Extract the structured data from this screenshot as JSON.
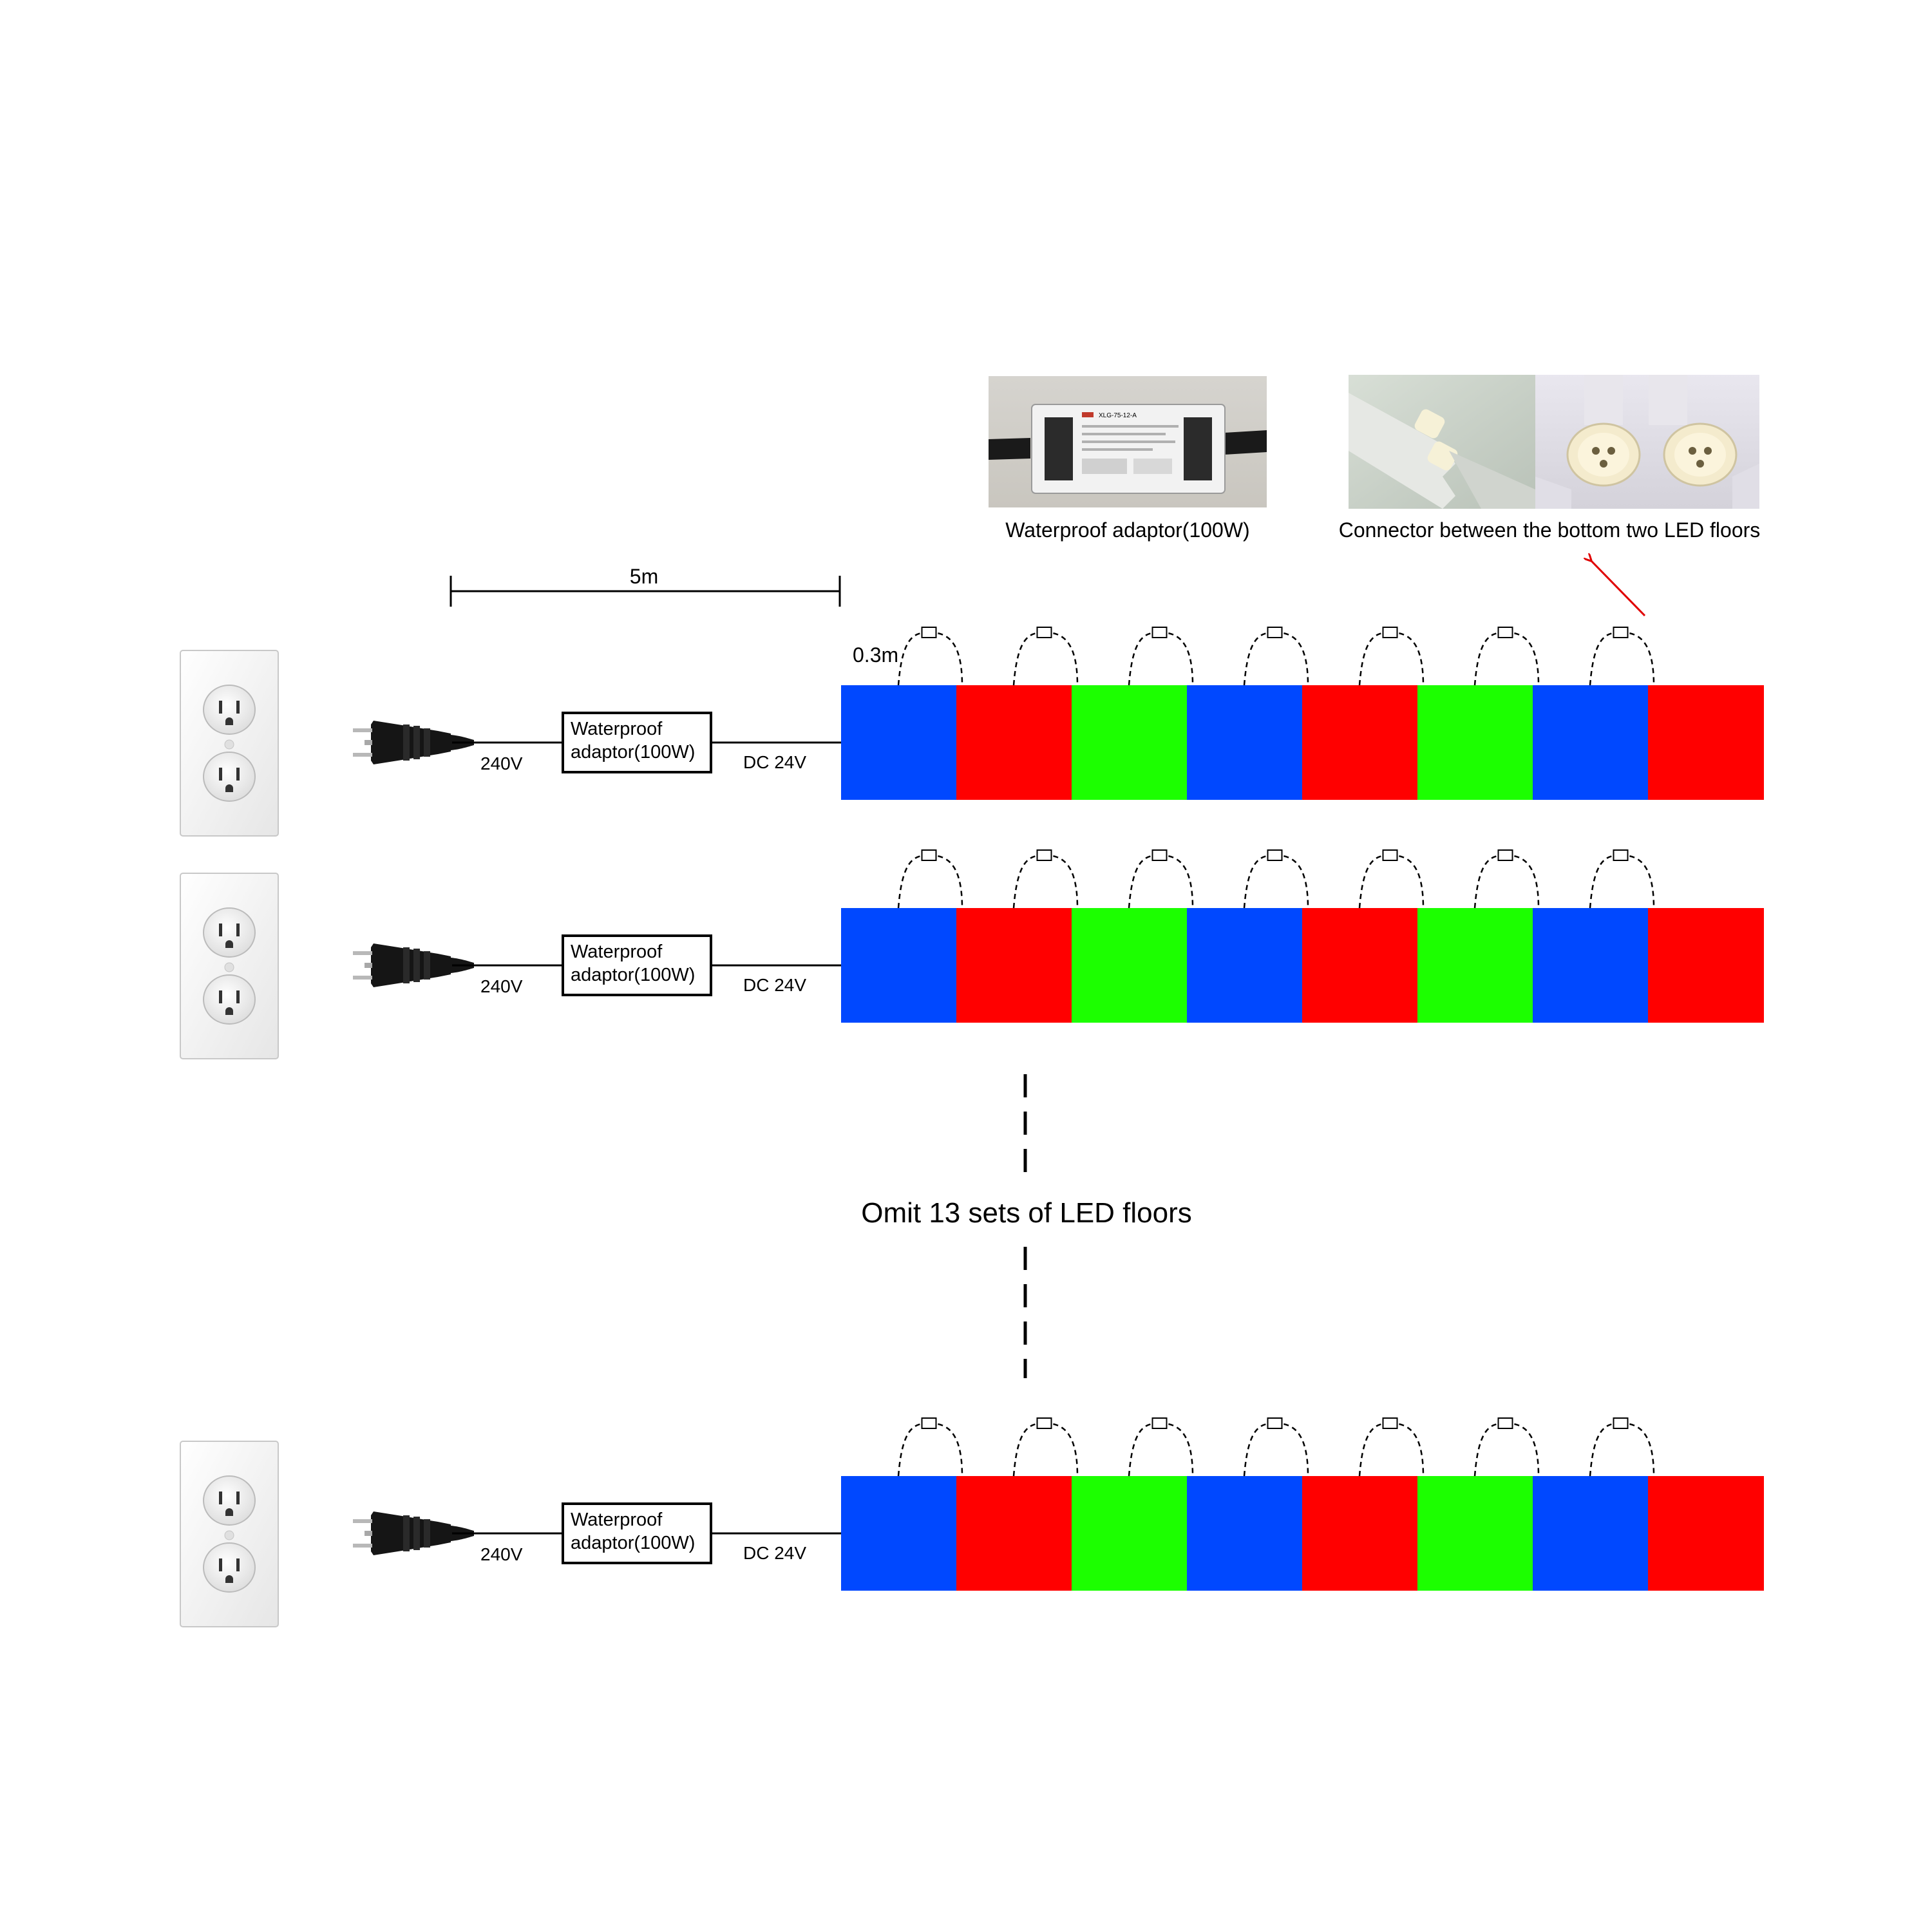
{
  "colors": {
    "blue": "#0048FF",
    "red": "#FF0000",
    "green": "#1CFF00",
    "arrow": "#E00000",
    "line": "#000000",
    "outlet_plate": "#F4F4F4"
  },
  "photos": {
    "adaptor_caption": "Waterproof adaptor(100W)",
    "adaptor_model_text": "XLG-75-12-A",
    "connector_caption": "Connector between the bottom two LED floors"
  },
  "dimension": {
    "length_label": "5m",
    "spacing_label": "0.3m"
  },
  "rows": [
    {
      "input_voltage": "240V",
      "adaptor_label_line1": "Waterproof",
      "adaptor_label_line2": "adaptor(100W)",
      "output_voltage": "DC 24V",
      "tiles": [
        "blue",
        "red",
        "green",
        "blue",
        "red",
        "green",
        "blue",
        "red"
      ]
    },
    {
      "input_voltage": "240V",
      "adaptor_label_line1": "Waterproof",
      "adaptor_label_line2": "adaptor(100W)",
      "output_voltage": "DC 24V",
      "tiles": [
        "blue",
        "red",
        "green",
        "blue",
        "red",
        "green",
        "blue",
        "red"
      ]
    },
    {
      "input_voltage": "240V",
      "adaptor_label_line1": "Waterproof",
      "adaptor_label_line2": "adaptor(100W)",
      "output_voltage": "DC 24V",
      "tiles": [
        "blue",
        "red",
        "green",
        "blue",
        "red",
        "green",
        "blue",
        "red"
      ]
    }
  ],
  "omitted_label": "Omit 13 sets of LED floors"
}
